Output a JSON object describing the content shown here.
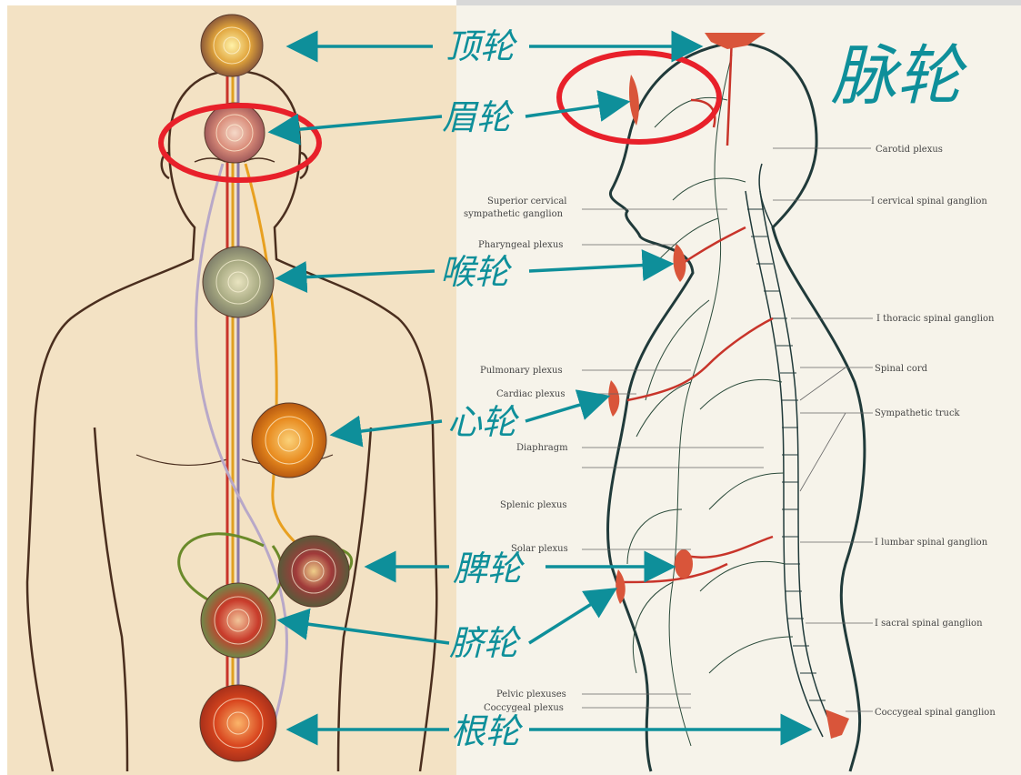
{
  "title": "脉轮",
  "chakras": {
    "crown": "顶轮",
    "brow": "眉轮",
    "throat": "喉轮",
    "heart": "心轮",
    "spleen": "脾轮",
    "navel": "脐轮",
    "root": "根轮"
  },
  "anatomy_labels": {
    "carotid": "Carotid plexus",
    "cervical_ganglion": "I cervical spinal ganglion",
    "superior_cervical_1": "Superior cervical",
    "superior_cervical_2": "sympathetic ganglion",
    "pharyngeal": "Pharyngeal plexus",
    "thoracic_ganglion": "I thoracic spinal ganglion",
    "pulmonary": "Pulmonary plexus",
    "spinal_cord": "Spinal cord",
    "cardiac": "Cardiac plexus",
    "sympathetic_trunk": "Sympathetic truck",
    "diaphragm": "Diaphragm",
    "splenic": "Splenic plexus",
    "solar": "Solar plexus",
    "lumbar_ganglion": "I lumbar spinal ganglion",
    "sacral_ganglion": "I sacral spinal ganglion",
    "pelvic": "Pelvic plexuses",
    "coccygeal_plexus": "Coccygeal plexus",
    "coccygeal_ganglion": "Coccygeal spinal ganglion"
  },
  "colors": {
    "label_teal": "#0e8f9a",
    "highlight_red": "#e8202a",
    "organ_red": "#d9553a"
  }
}
